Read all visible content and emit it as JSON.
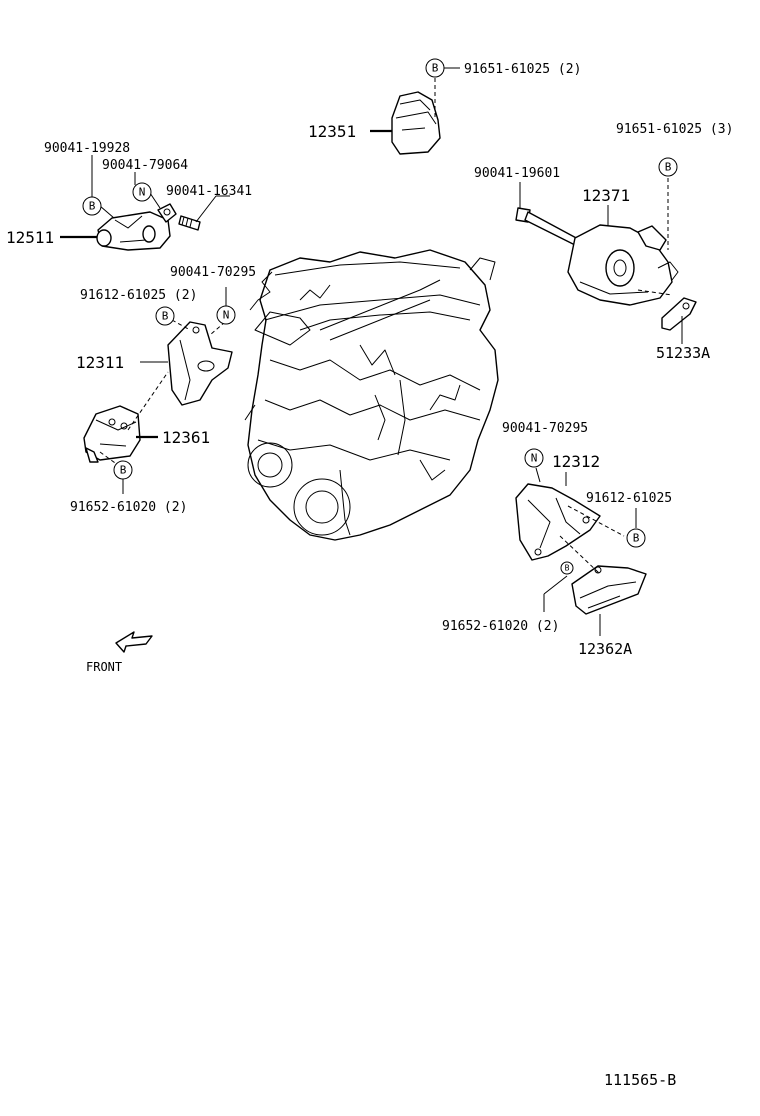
{
  "diagram": {
    "labels": {
      "p91651_61025_2": "91651-61025 (2)",
      "p12351": "12351",
      "p91651_61025_3": "91651-61025 (3)",
      "p90041_19928": "90041-19928",
      "p90041_79064": "90041-79064",
      "p90041_16341": "90041-16341",
      "p12511": "12511",
      "p90041_19601": "90041-19601",
      "p12371": "12371",
      "p90041_70295_a": "90041-70295",
      "p91612_61025_2": "91612-61025 (2)",
      "p51233A": "51233A",
      "p12311": "12311",
      "p12361": "12361",
      "p91652_61020_2_a": "91652-61020 (2)",
      "p90041_70295_b": "90041-70295",
      "p12312": "12312",
      "p91612_61025": "91612-61025",
      "p91652_61020_2_b": "91652-61020 (2)",
      "p12362A": "12362A",
      "front": "FRONT",
      "figure_id": "111565-B"
    },
    "markers": {
      "b": "B",
      "n": "N"
    }
  }
}
